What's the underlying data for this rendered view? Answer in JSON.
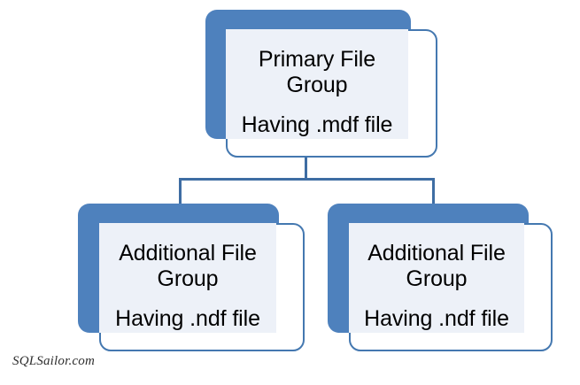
{
  "diagram": {
    "type": "hierarchy",
    "accent_color": "#4E81BD",
    "border_color": "#4478B0",
    "fill_color": "#EDF1F8",
    "connector_color": "#3E6DA3",
    "background_color": "#FFFFFF",
    "nodes": [
      {
        "id": "primary-file-group",
        "title": "Primary File\nGroup",
        "subtitle": "Having .mdf file",
        "level": "root"
      },
      {
        "id": "additional-file-group-left",
        "title": "Additional File\nGroup",
        "subtitle": "Having .ndf file",
        "level": "child"
      },
      {
        "id": "additional-file-group-right",
        "title": "Additional File\nGroup",
        "subtitle": "Having .ndf file",
        "level": "child"
      }
    ],
    "edges": [
      {
        "from": "primary-file-group",
        "to": "additional-file-group-left"
      },
      {
        "from": "primary-file-group",
        "to": "additional-file-group-right"
      }
    ]
  },
  "watermark": {
    "text": "SQLSailor.com"
  }
}
